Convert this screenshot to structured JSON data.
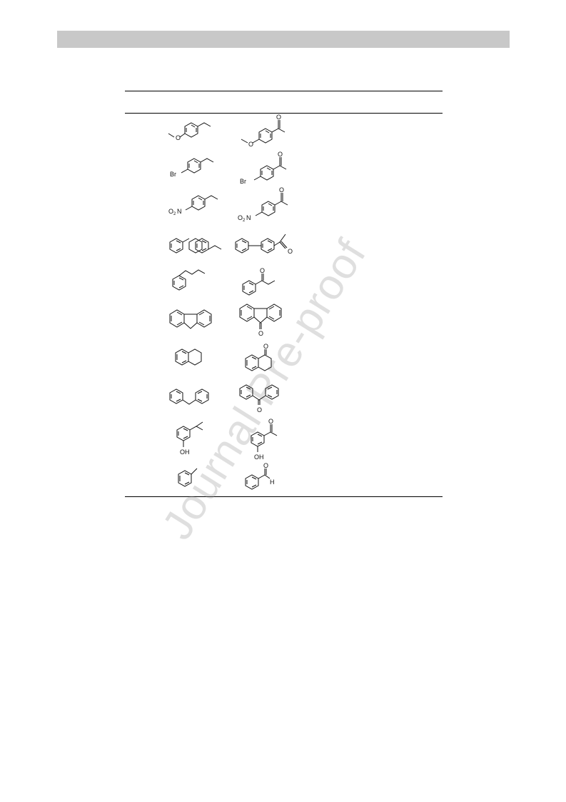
{
  "watermark": {
    "text": "Journal Pre-proof"
  },
  "atom_labels": {
    "oxygen": "O",
    "bromine": "Br",
    "nitro_o": "O",
    "nitro_sub": "2",
    "nitro_n": "N",
    "hydroxyl": "OH",
    "hydrogen": "H"
  }
}
